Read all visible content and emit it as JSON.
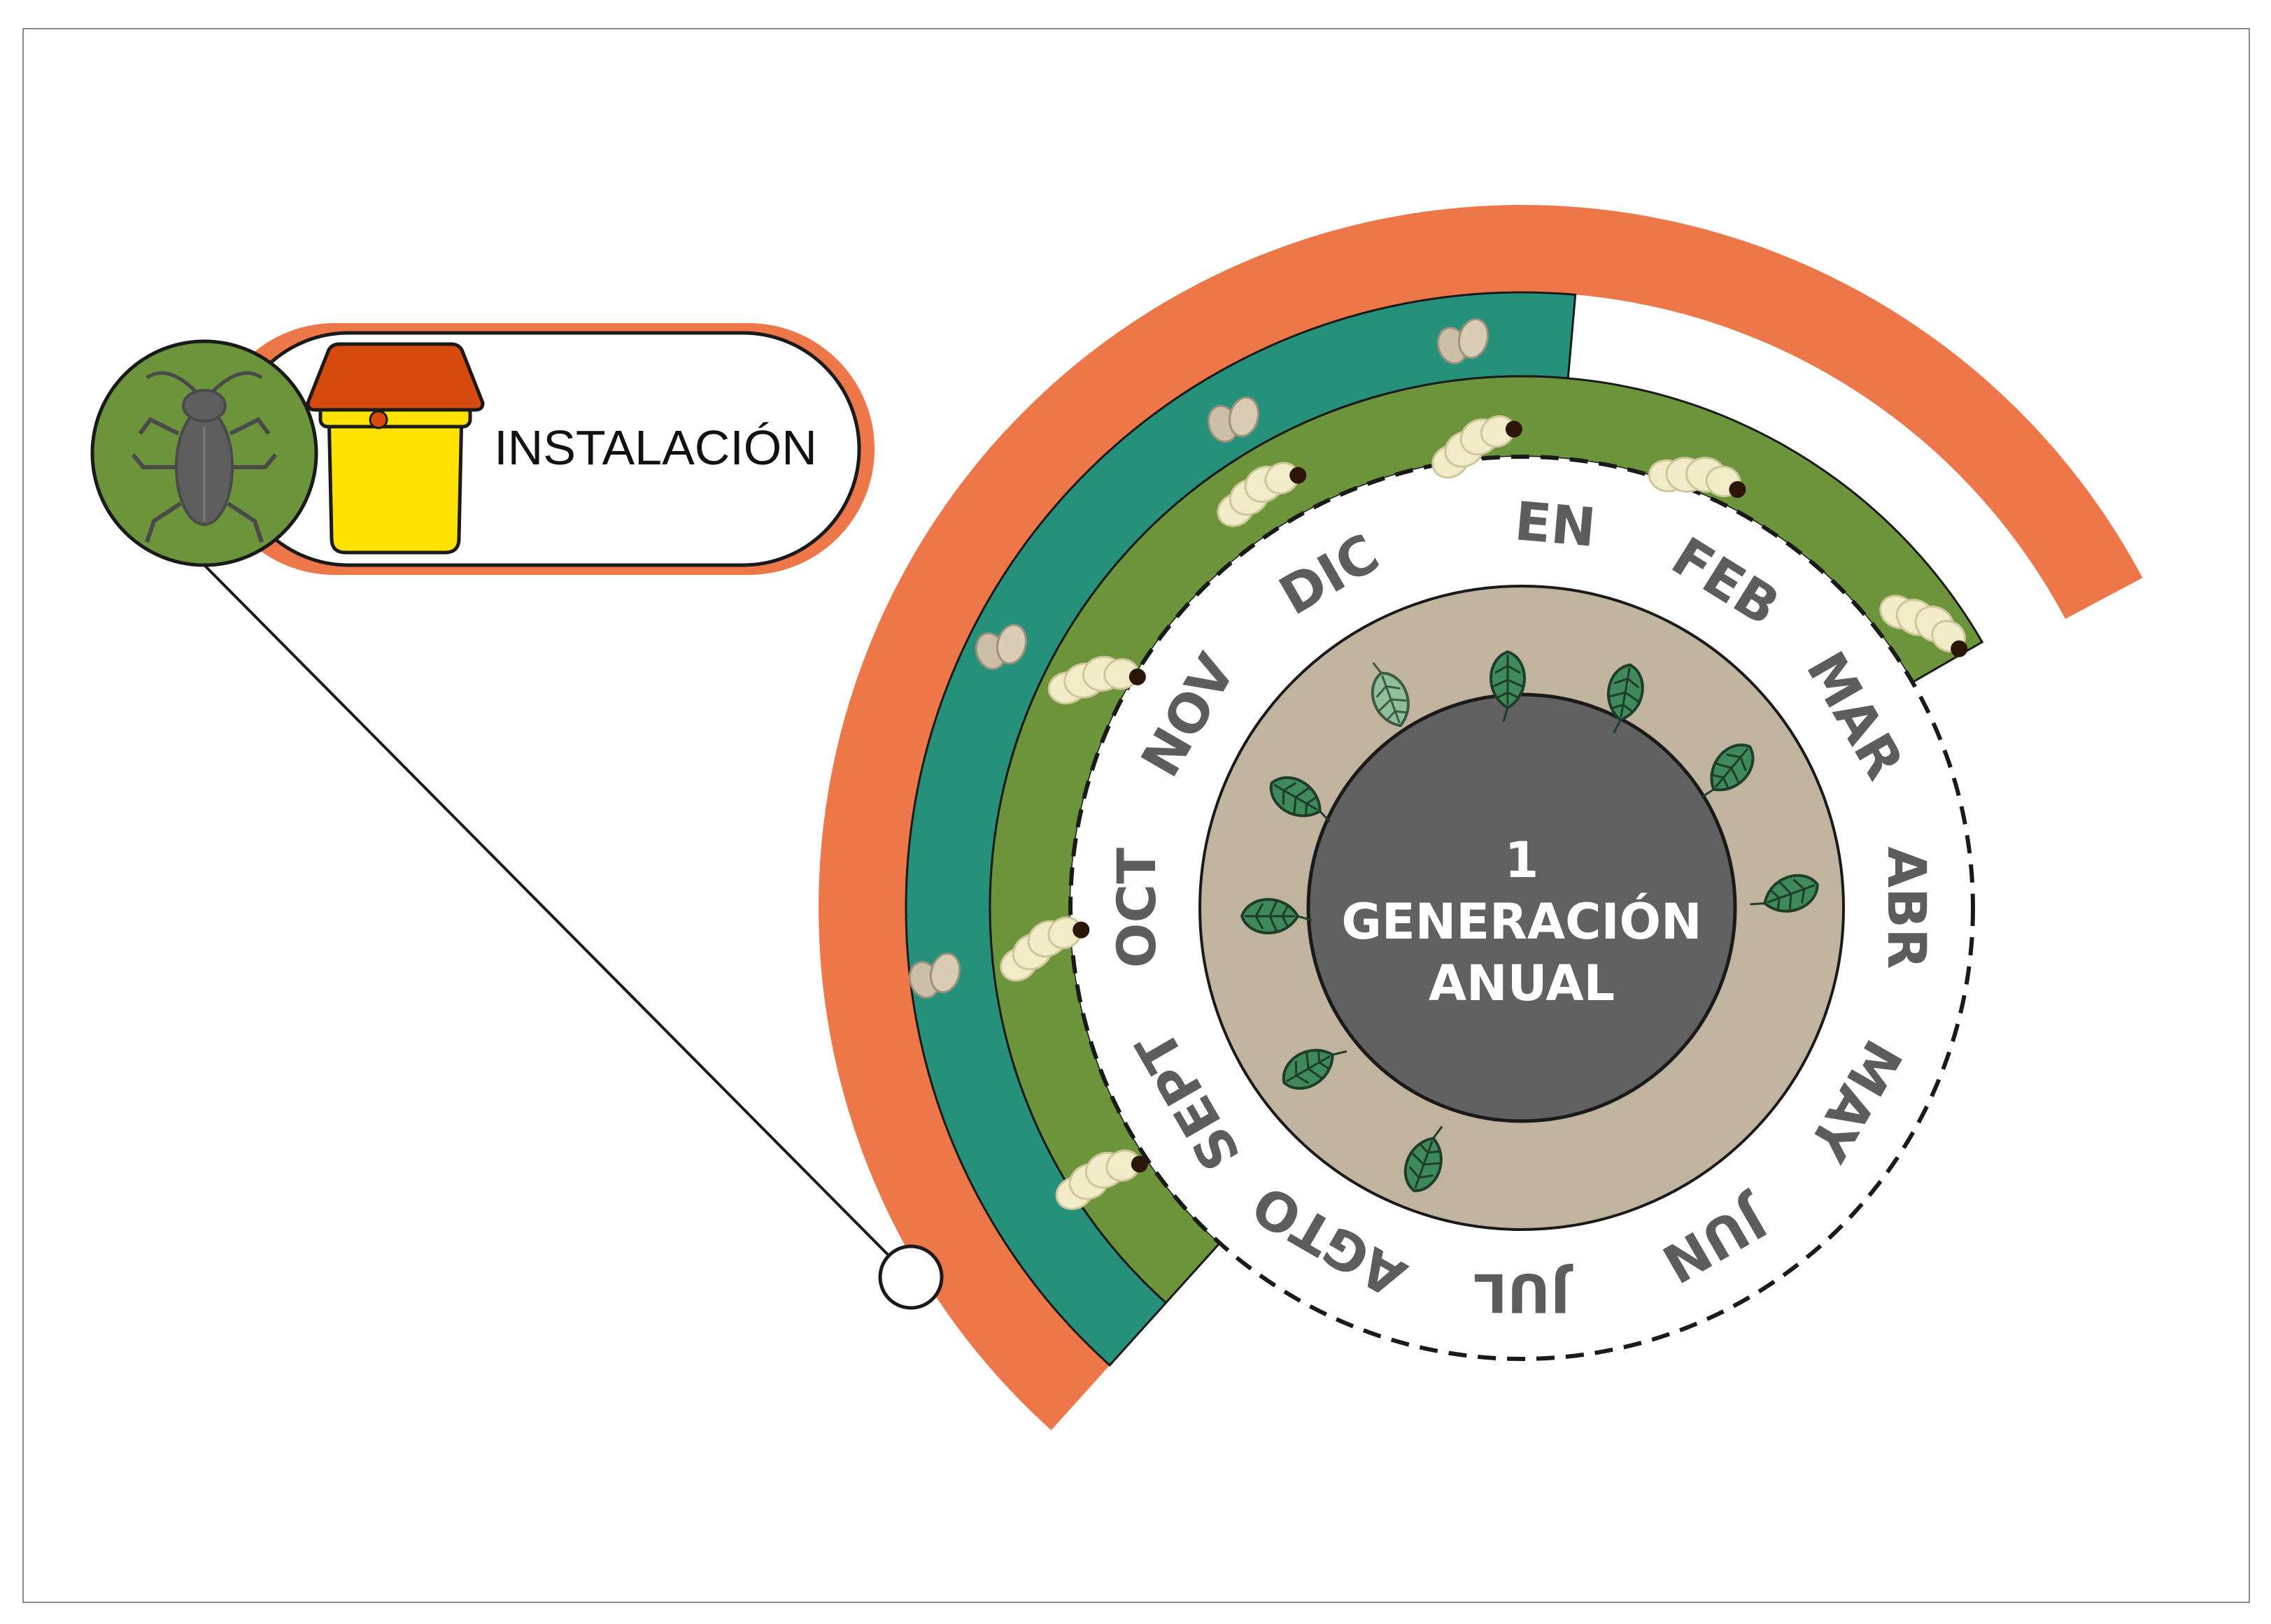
{
  "center": {
    "line1": "1",
    "line2": "GENERACIÓN",
    "line3": "ANUAL"
  },
  "months": [
    "EN",
    "FEB",
    "MAR",
    "ABR",
    "MAY",
    "JUN",
    "JUL",
    "AGTO",
    "SEPT",
    "OCT",
    "NOV",
    "DIC"
  ],
  "badge": {
    "label": "INSTALACIÓN",
    "icon": "cockroach-icon",
    "trap_icon": "yellow-trap-icon"
  },
  "colors": {
    "orange": "#ee774a",
    "teal": "#25917a",
    "green": "#6b943b",
    "tan": "#c0b49e",
    "center": "#616161",
    "trap_yellow": "#ffe200",
    "trap_lid": "#d64a0e"
  }
}
